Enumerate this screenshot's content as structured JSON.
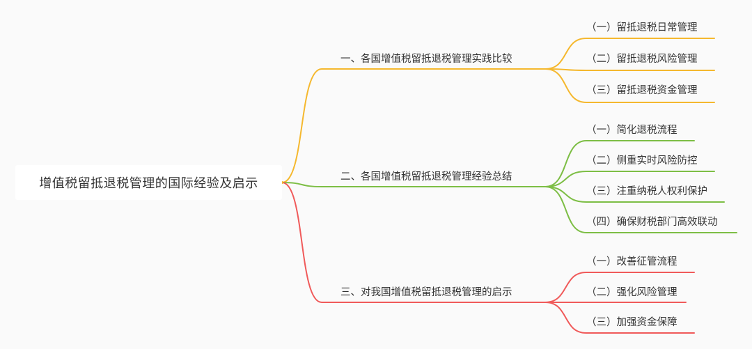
{
  "root": {
    "label": "增值税留抵退税管理的国际经验及启示"
  },
  "branches": [
    {
      "label": "一、各国增值税留抵退税管理实践比较",
      "color": "#f5b82e",
      "children": [
        "（一）留抵退税日常管理",
        "（二）留抵退税风险管理",
        "（三）留抵退税资金管理"
      ]
    },
    {
      "label": "二、各国增值税留抵退税管理经验总结",
      "color": "#7dbe45",
      "children": [
        "（一）简化退税流程",
        "（二）侧重实时风险防控",
        "（三）注重纳税人权利保护",
        "（四）确保财税部门高效联动"
      ]
    },
    {
      "label": "三、对我国增值税留抵退税管理的启示",
      "color": "#f05a5a",
      "children": [
        "（一）改善征管流程",
        "（二）强化风险管理",
        "（三）加强资金保障"
      ]
    }
  ]
}
